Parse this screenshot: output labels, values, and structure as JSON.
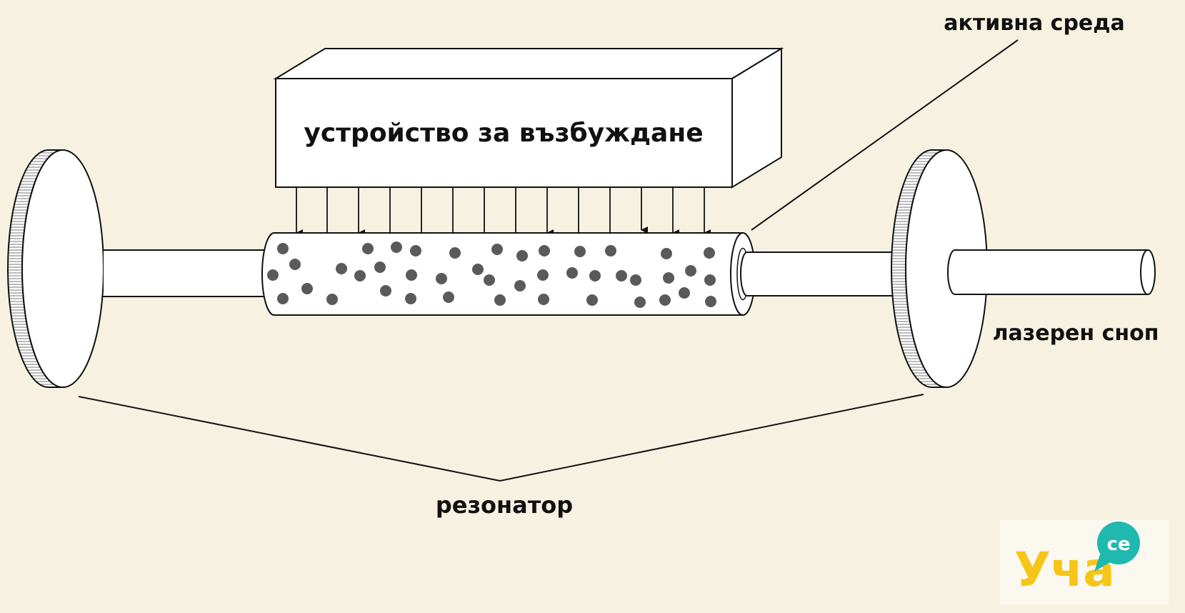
{
  "labels": {
    "pump_device": "устройство за възбуждане",
    "active_medium": "активна среда",
    "laser_beam": "лазерен сноп",
    "resonator": "резонатор"
  },
  "logo": {
    "text_main": "Уча",
    "text_badge": "се"
  },
  "colors": {
    "background": "#f7f1e1",
    "ink": "#111111",
    "particle": "#5a5a5a",
    "logo_yellow": "#f5c518",
    "logo_teal": "#1fb9b0"
  }
}
